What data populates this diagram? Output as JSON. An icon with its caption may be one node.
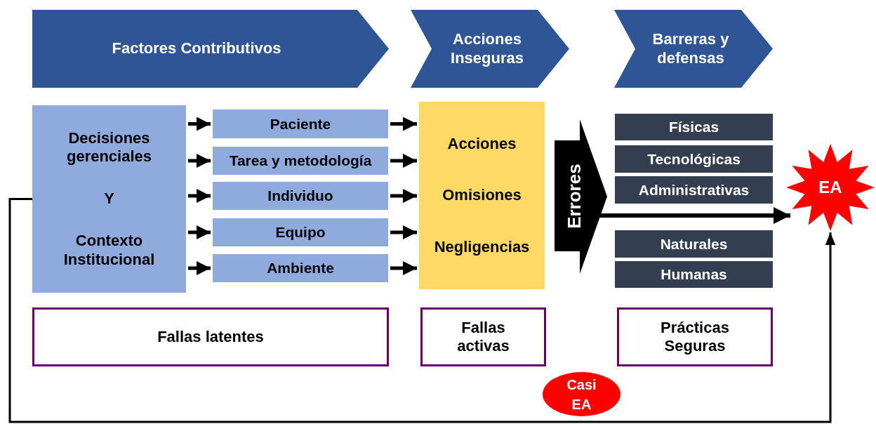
{
  "diagram": {
    "nodes": [
      {
        "text": [
          "Factores Contributivos"
        ]
      },
      {
        "text": [
          "Acciones Inseguras"
        ]
      },
      {
        "text": [
          "Barreras y defensas"
        ]
      },
      {
        "text": [
          "Decisiones gerenciales",
          "Y",
          "Contexto Institucional"
        ]
      },
      {
        "text": [
          "Paciente"
        ]
      },
      {
        "text": [
          "Tarea y metodología"
        ]
      },
      {
        "text": [
          "Individuo"
        ]
      },
      {
        "text": [
          "Equipo"
        ]
      },
      {
        "text": [
          "Ambiente"
        ]
      },
      {
        "text": [
          "Acciones",
          "Omisiones",
          "Negligencias"
        ]
      },
      {
        "text": [
          "Errores"
        ]
      },
      {
        "text": [
          "Físicas"
        ]
      },
      {
        "text": [
          "Tecnológicas"
        ]
      },
      {
        "text": [
          "Administrativas"
        ]
      },
      {
        "text": [
          "Naturales"
        ]
      },
      {
        "text": [
          "Humanas"
        ]
      },
      {
        "text": [
          "EA"
        ]
      },
      {
        "text": [
          "Fallas latentes"
        ]
      },
      {
        "text": [
          "Fallas activas"
        ]
      },
      {
        "text": [
          "Prácticas Seguras"
        ]
      },
      {
        "text": [
          "Casi EA"
        ]
      }
    ],
    "edges": [
      {
        "from": 3,
        "to": 4,
        "arrow": "to"
      },
      {
        "from": 3,
        "to": 5,
        "arrow": "to"
      },
      {
        "from": 3,
        "to": 6,
        "arrow": "to"
      },
      {
        "from": 3,
        "to": 7,
        "arrow": "to"
      },
      {
        "from": 3,
        "to": 8,
        "arrow": "to"
      },
      {
        "from": 4,
        "to": 9,
        "arrow": "to"
      },
      {
        "from": 5,
        "to": 9,
        "arrow": "to"
      },
      {
        "from": 6,
        "to": 9,
        "arrow": "to"
      },
      {
        "from": 7,
        "to": 9,
        "arrow": "to"
      },
      {
        "from": 8,
        "to": 9,
        "arrow": "to"
      },
      {
        "from": 10,
        "to": 16,
        "arrow": "to"
      },
      {
        "from": 3,
        "to": 16,
        "arrow": "to"
      }
    ]
  }
}
